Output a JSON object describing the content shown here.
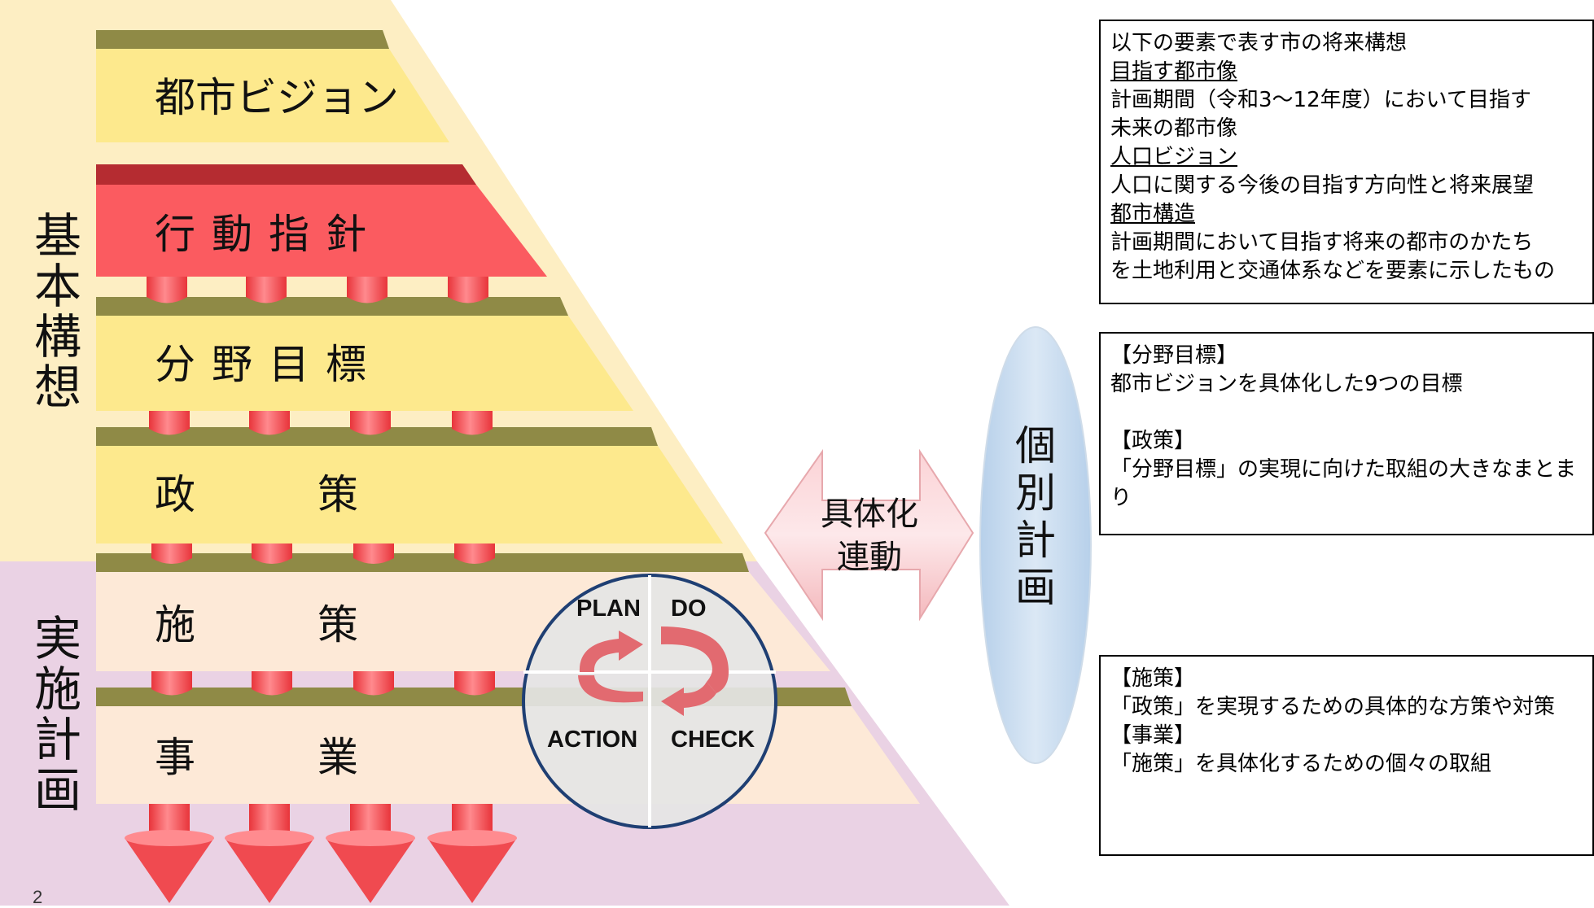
{
  "left_labels": {
    "kihon_koso": "基本構想",
    "jisshi_keikaku": "実施計画"
  },
  "tiers": {
    "vision": "都市ビジョン",
    "guideline": "行動指針",
    "field_goal": "分野目標",
    "policy": "政策",
    "measure": "施策",
    "project": "事業"
  },
  "pdca": {
    "plan": "PLAN",
    "do": "DO",
    "check": "CHECK",
    "action": "ACTION"
  },
  "link_arrow": {
    "line1": "具体化",
    "line2": "連動"
  },
  "individual_plan": "個別計画",
  "box1": {
    "intro": "以下の要素で表す市の将来構想",
    "h1": "目指す都市像",
    "t1a": "計画期間（令和3～12年度）において目指す",
    "t1b": "未来の都市像",
    "h2": "人口ビジョン",
    "t2": "人口に関する今後の目指す方向性と将来展望",
    "h3": "都市構造",
    "t3a": "計画期間において目指す将来の都市のかたち",
    "t3b": "を土地利用と交通体系などを要素に示したもの"
  },
  "box2": {
    "h1": "【分野目標】",
    "t1": "都市ビジョンを具体化した9つの目標",
    "h2": "【政策】",
    "t2a": "「分野目標」の実現に向けた取組の大きなまとま",
    "t2b": "り"
  },
  "box3": {
    "h1": "【施策】",
    "t1": "「政策」を実現するための具体的な方策や対策",
    "h2": "【事業】",
    "t2": "「施策」を具体化するための個々の取組"
  },
  "page_number": "2",
  "colors": {
    "yellow_bg": "#fdeec3",
    "pink_bg": "#ead2e4",
    "yellow_slab": "#fde98d",
    "red_slab": "#fb5b60",
    "peach_slab": "#fde9d7",
    "olive_top": "#8f8a46",
    "ellipse_blue": "#c9dcef",
    "circle_border": "#1f3f73"
  }
}
